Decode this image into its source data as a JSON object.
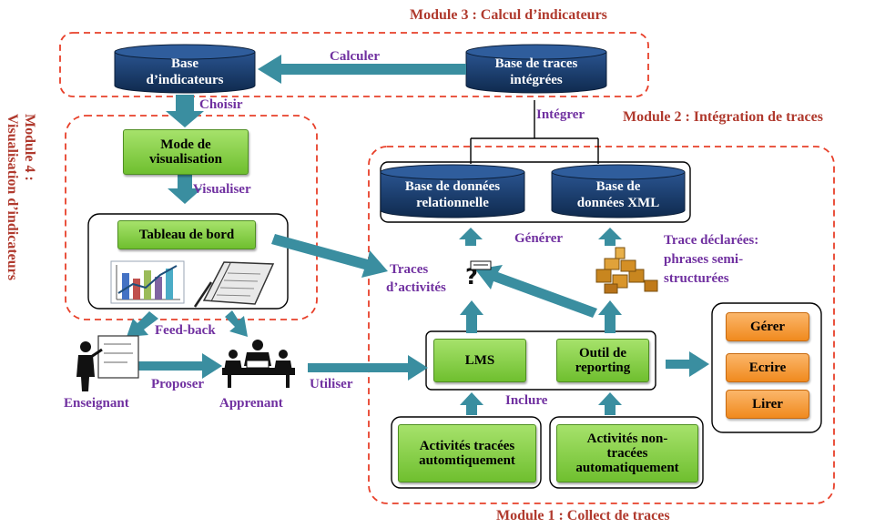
{
  "modules": {
    "m3": "Module 3 : Calcul d’indicateurs",
    "m2": "Module 2 : Intégration de traces",
    "m1": "Module 1 : Collect de traces",
    "m4_line1": "Module 4 :",
    "m4_line2": "Visualisation d’indicateurs"
  },
  "databases": {
    "indicateurs": [
      "Base",
      "d’indicateurs"
    ],
    "traces_integrees": [
      "Base de traces",
      "intégrées"
    ],
    "relationnelle": [
      "Base de données",
      "relationnelle"
    ],
    "xml": [
      "Base de",
      "données XML"
    ]
  },
  "boxes": {
    "mode_visualisation": [
      "Mode de",
      "visualisation"
    ],
    "tableau_de_bord": "Tableau de bord",
    "lms": "LMS",
    "outil_reporting": [
      "Outil de",
      "reporting"
    ],
    "activites_auto": [
      "Activités tracées",
      "automtiquement"
    ],
    "activites_non_auto": [
      "Activités non-",
      "tracées",
      "automatiquement"
    ],
    "gerer": "Gérer",
    "ecrire": "Ecrire",
    "lirer": "Lirer"
  },
  "actions": {
    "calculer": "Calculer",
    "choisir": "Choisir",
    "visualiser": "Visualiser",
    "integrer": "Intégrer",
    "generer": "Générer",
    "feedback": "Feed-back",
    "proposer": "Proposer",
    "utiliser": "Utiliser",
    "inclure": "Inclure",
    "traces_activites": [
      "Traces",
      "d’activités"
    ],
    "traces_declarees": [
      "Trace déclarées:",
      "phrases semi-",
      "structurées"
    ]
  },
  "actors": {
    "enseignant": "Enseignant",
    "apprenant": "Apprenant"
  },
  "colors": {
    "module_border": "#e8402a",
    "arrow": "#3a8ea0",
    "db_fill": "#17375e",
    "green_box": "#7ed03d",
    "orange_box": "#f39a2f",
    "module_text": "#b03a2e",
    "action_text": "#7030a0"
  },
  "icons": [
    "bar-chart-icon",
    "notebook-icon",
    "teacher-icon",
    "learner-icon",
    "question-trace-icon",
    "blocks-icon"
  ]
}
